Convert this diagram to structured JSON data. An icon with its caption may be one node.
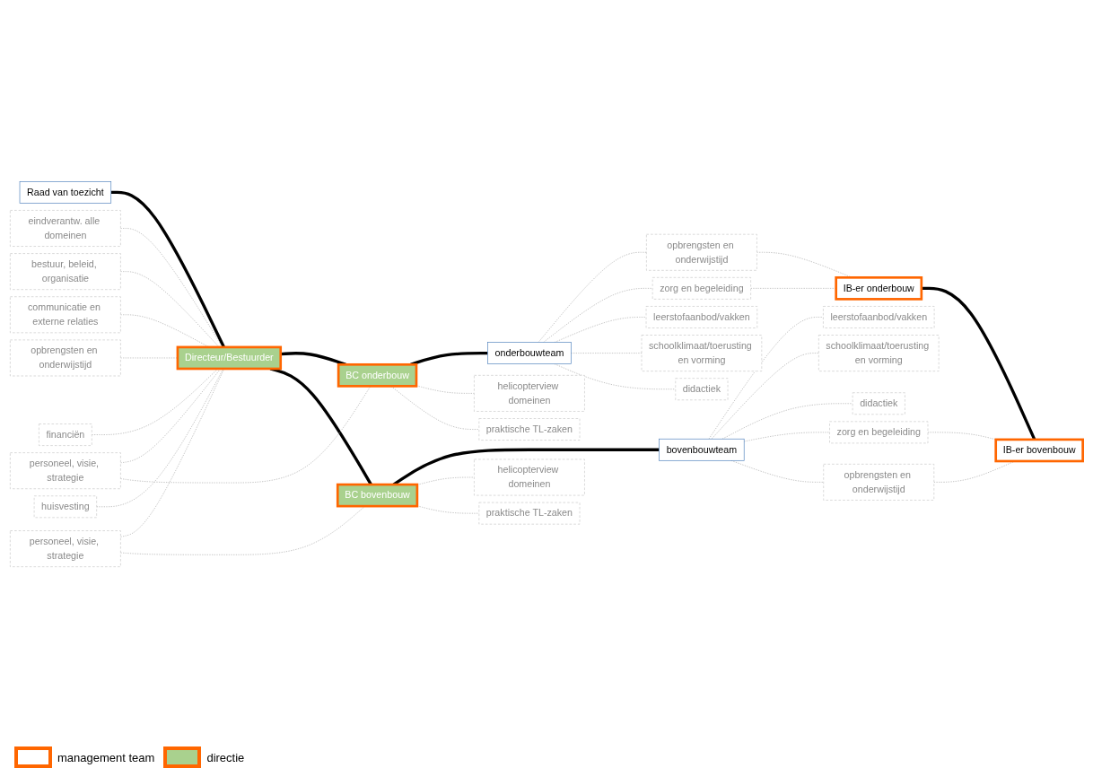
{
  "diagram": {
    "nodes": [
      {
        "text": [
          "Raad van toezicht"
        ]
      },
      {
        "text": [
          "Directeur/Bestuurder"
        ]
      },
      {
        "text": [
          "BC onderbouw"
        ]
      },
      {
        "text": [
          "BC bovenbouw"
        ]
      },
      {
        "text": [
          "IB-er onderbouw"
        ]
      },
      {
        "text": [
          "IB-er bovenbouw"
        ]
      },
      {
        "text": [
          "onderbouwteam"
        ]
      },
      {
        "text": [
          "bovenbouwteam"
        ]
      },
      {
        "text": [
          "eindverantw. alle domeinen"
        ]
      },
      {
        "text": [
          "bestuur, beleid, organisatie"
        ]
      },
      {
        "text": [
          "communicatie en externe relaties"
        ]
      },
      {
        "text": [
          "personeel, visie, strategie"
        ]
      },
      {
        "text": [
          "helicopterview domeinen"
        ]
      },
      {
        "text": [
          "praktische TL-zaken"
        ]
      },
      {
        "text": [
          "opbrengsten en onderwijstijd"
        ]
      },
      {
        "text": [
          "financiën"
        ]
      },
      {
        "text": [
          "huisvesting"
        ]
      },
      {
        "text": [
          "personeel, visie, strategie"
        ]
      },
      {
        "text": [
          "helicopterview domeinen"
        ]
      },
      {
        "text": [
          "praktische TL-zaken"
        ]
      },
      {
        "text": [
          "opbrengsten en onderwijstijd"
        ]
      },
      {
        "text": [
          "zorg en begeleiding"
        ]
      },
      {
        "text": [
          "leerstofaanbod/vakken"
        ]
      },
      {
        "text": [
          "schoolklimaat/toerusting en vorming"
        ]
      },
      {
        "text": [
          "didactiek"
        ]
      },
      {
        "text": [
          "leerstofaanbod/vakken"
        ]
      },
      {
        "text": [
          "schoolklimaat/toerusting en vorming"
        ]
      },
      {
        "text": [
          "didactiek"
        ]
      },
      {
        "text": [
          "zorg en begeleiding"
        ]
      },
      {
        "text": [
          "opbrengsten en onderwijstijd"
        ]
      }
    ],
    "edges": [
      {
        "from": 0,
        "to": 1,
        "arrow": "none",
        "style": "thick",
        "color": "#000000"
      },
      {
        "from": 1,
        "to": 2,
        "arrow": "none",
        "style": "thick",
        "color": "#000000"
      },
      {
        "from": 1,
        "to": 3,
        "arrow": "none",
        "style": "thick",
        "color": "#000000"
      },
      {
        "from": 2,
        "to": 6,
        "arrow": "none",
        "style": "thick",
        "color": "#000000"
      },
      {
        "from": 3,
        "to": 7,
        "arrow": "none",
        "style": "thick",
        "color": "#000000"
      },
      {
        "from": 4,
        "to": 5,
        "arrow": "none",
        "style": "thick",
        "color": "#000000"
      },
      {
        "from": 8,
        "to": 1,
        "arrow": "none",
        "style": "dashed"
      },
      {
        "from": 9,
        "to": 1,
        "arrow": "none",
        "style": "dashed"
      },
      {
        "from": 10,
        "to": 1,
        "arrow": "none",
        "style": "dashed"
      },
      {
        "from": 11,
        "to": 1,
        "arrow": "none",
        "style": "dashed"
      },
      {
        "from": 11,
        "to": 2,
        "arrow": "none",
        "style": "dashed"
      },
      {
        "from": 2,
        "to": 12,
        "arrow": "none",
        "style": "dashed"
      },
      {
        "from": 2,
        "to": 13,
        "arrow": "none",
        "style": "dashed"
      },
      {
        "from": 14,
        "to": 1,
        "arrow": "none",
        "style": "dashed"
      },
      {
        "from": 15,
        "to": 1,
        "arrow": "none",
        "style": "dashed"
      },
      {
        "from": 16,
        "to": 1,
        "arrow": "none",
        "style": "dashed"
      },
      {
        "from": 17,
        "to": 1,
        "arrow": "none",
        "style": "dashed"
      },
      {
        "from": 17,
        "to": 3,
        "arrow": "none",
        "style": "dashed"
      },
      {
        "from": 3,
        "to": 18,
        "arrow": "none",
        "style": "dashed"
      },
      {
        "from": 3,
        "to": 19,
        "arrow": "none",
        "style": "dashed"
      },
      {
        "from": 20,
        "to": 4,
        "arrow": "none",
        "style": "dashed"
      },
      {
        "from": 21,
        "to": 4,
        "arrow": "none",
        "style": "dashed"
      },
      {
        "from": 6,
        "to": 20,
        "arrow": "none",
        "style": "dashed"
      },
      {
        "from": 6,
        "to": 21,
        "arrow": "none",
        "style": "dashed"
      },
      {
        "from": 6,
        "to": 22,
        "arrow": "none",
        "style": "dashed"
      },
      {
        "from": 6,
        "to": 23,
        "arrow": "none",
        "style": "dashed"
      },
      {
        "from": 6,
        "to": 24,
        "arrow": "none",
        "style": "dashed"
      },
      {
        "from": 7,
        "to": 25,
        "arrow": "none",
        "style": "dashed"
      },
      {
        "from": 7,
        "to": 26,
        "arrow": "none",
        "style": "dashed"
      },
      {
        "from": 7,
        "to": 27,
        "arrow": "none",
        "style": "dashed"
      },
      {
        "from": 28,
        "to": 5,
        "arrow": "none",
        "style": "dashed"
      },
      {
        "from": 29,
        "to": 5,
        "arrow": "none",
        "style": "dashed"
      },
      {
        "from": 7,
        "to": 28,
        "arrow": "none",
        "style": "dashed"
      },
      {
        "from": 7,
        "to": 29,
        "arrow": "none",
        "style": "dashed"
      }
    ],
    "legend": [
      {
        "text": "management team",
        "color": "#ffffff"
      },
      {
        "text": "directie",
        "color": "#a9d18e"
      }
    ]
  }
}
